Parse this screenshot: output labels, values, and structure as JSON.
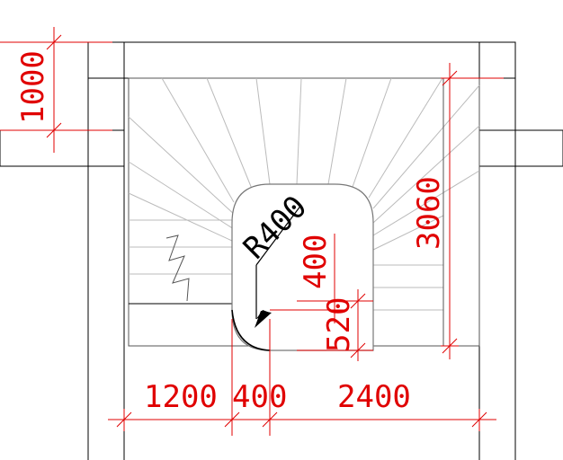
{
  "dimensions": {
    "wall_opening": "1000",
    "radius": "R400",
    "well_height": "400",
    "well_gap": "520",
    "stair_run": "3060",
    "left_flight": "1200",
    "well_width": "400",
    "right_flight": "2400"
  },
  "colors": {
    "dimension": "#e00000",
    "wall": "#000000",
    "tread": "#bbbbbb"
  }
}
